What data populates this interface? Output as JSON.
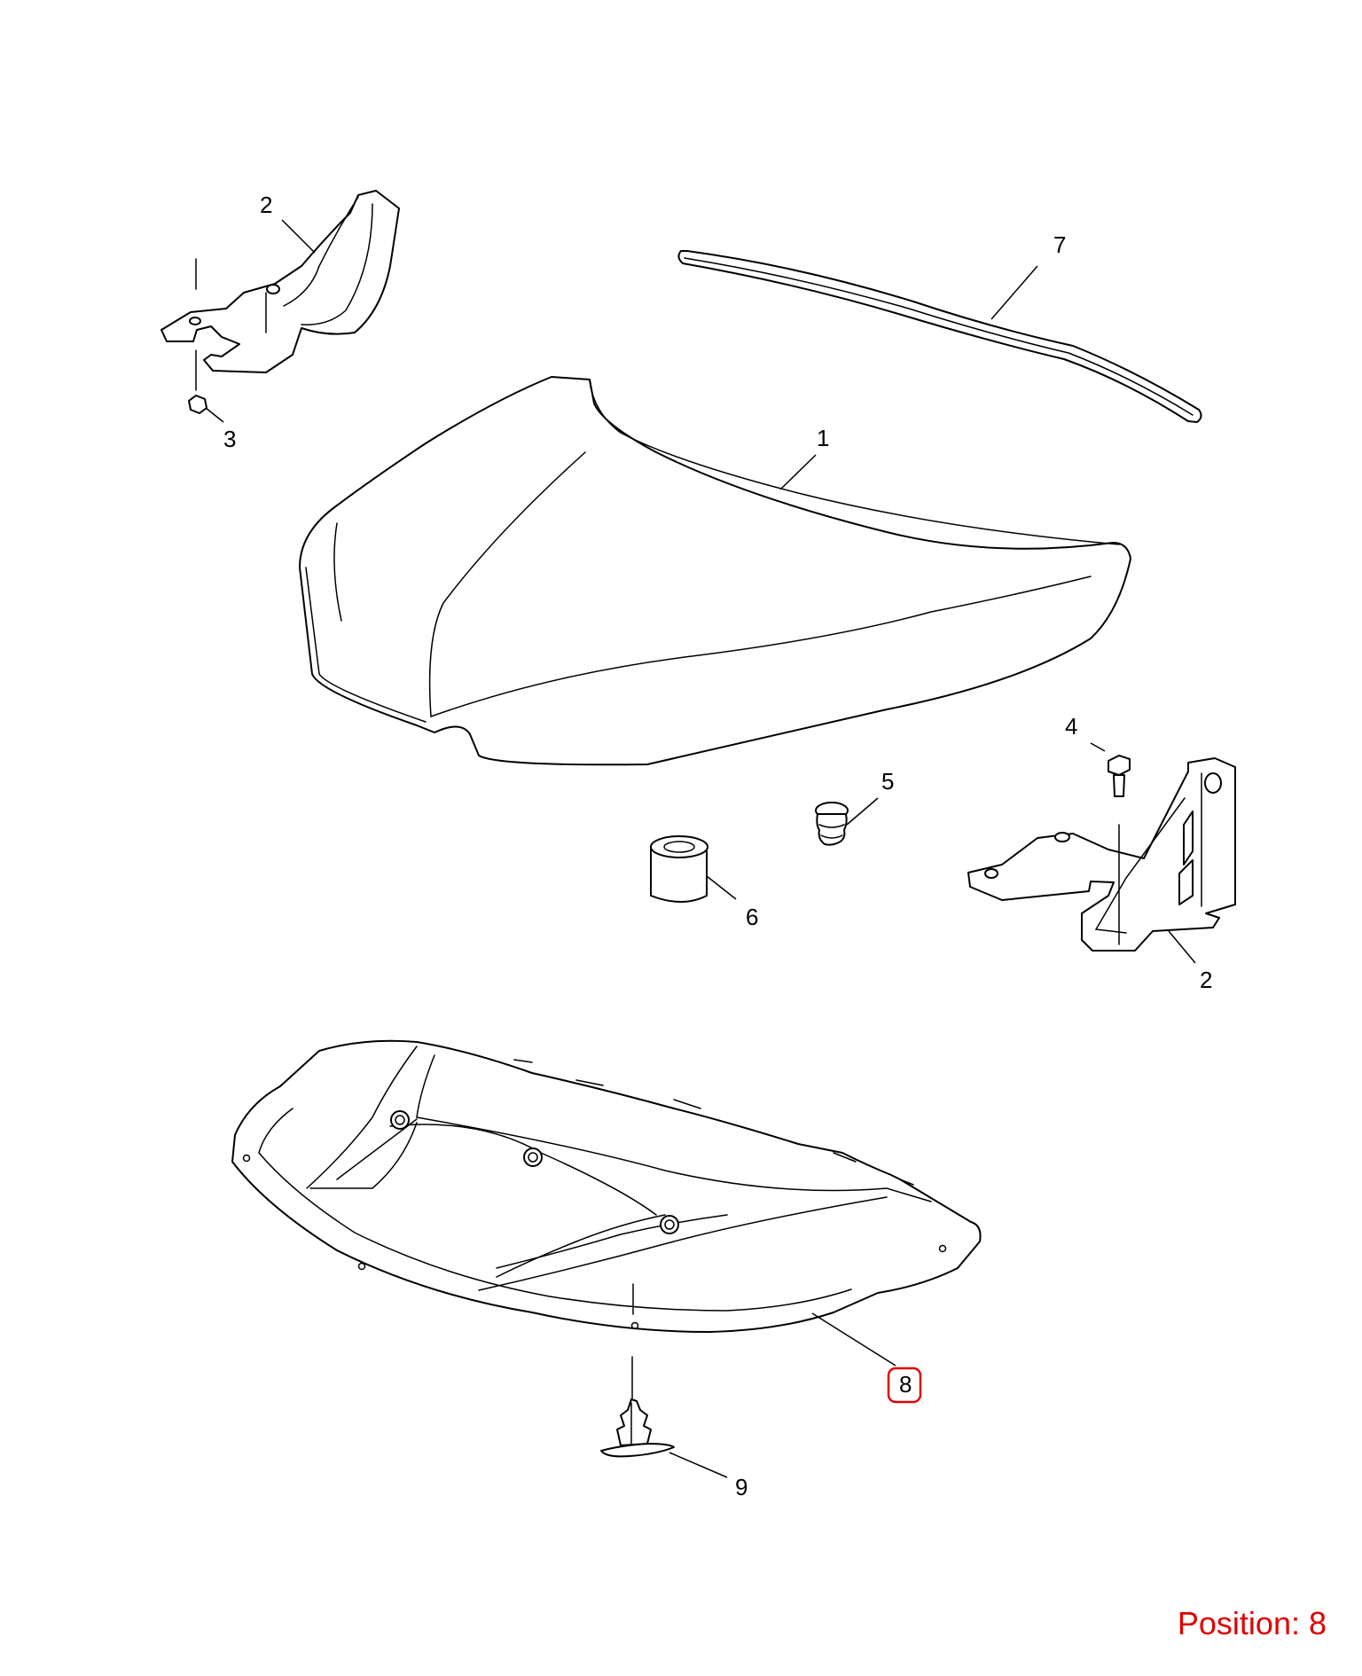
{
  "callouts": [
    {
      "id": "hood-callout",
      "label": "1"
    },
    {
      "id": "hinge-left-callout",
      "label": "2"
    },
    {
      "id": "hinge-right-callout",
      "label": "2"
    },
    {
      "id": "nut-callout",
      "label": "3"
    },
    {
      "id": "bolt-callout",
      "label": "4"
    },
    {
      "id": "bump-stop-callout",
      "label": "5"
    },
    {
      "id": "spacer-callout",
      "label": "6"
    },
    {
      "id": "seal-callout",
      "label": "7"
    },
    {
      "id": "insulator-callout",
      "label": "8"
    },
    {
      "id": "clip-callout",
      "label": "9"
    }
  ],
  "position": {
    "text": "Position: 8",
    "color": "#e00000"
  },
  "highlight": {
    "label": "8",
    "color": "#e00000"
  }
}
